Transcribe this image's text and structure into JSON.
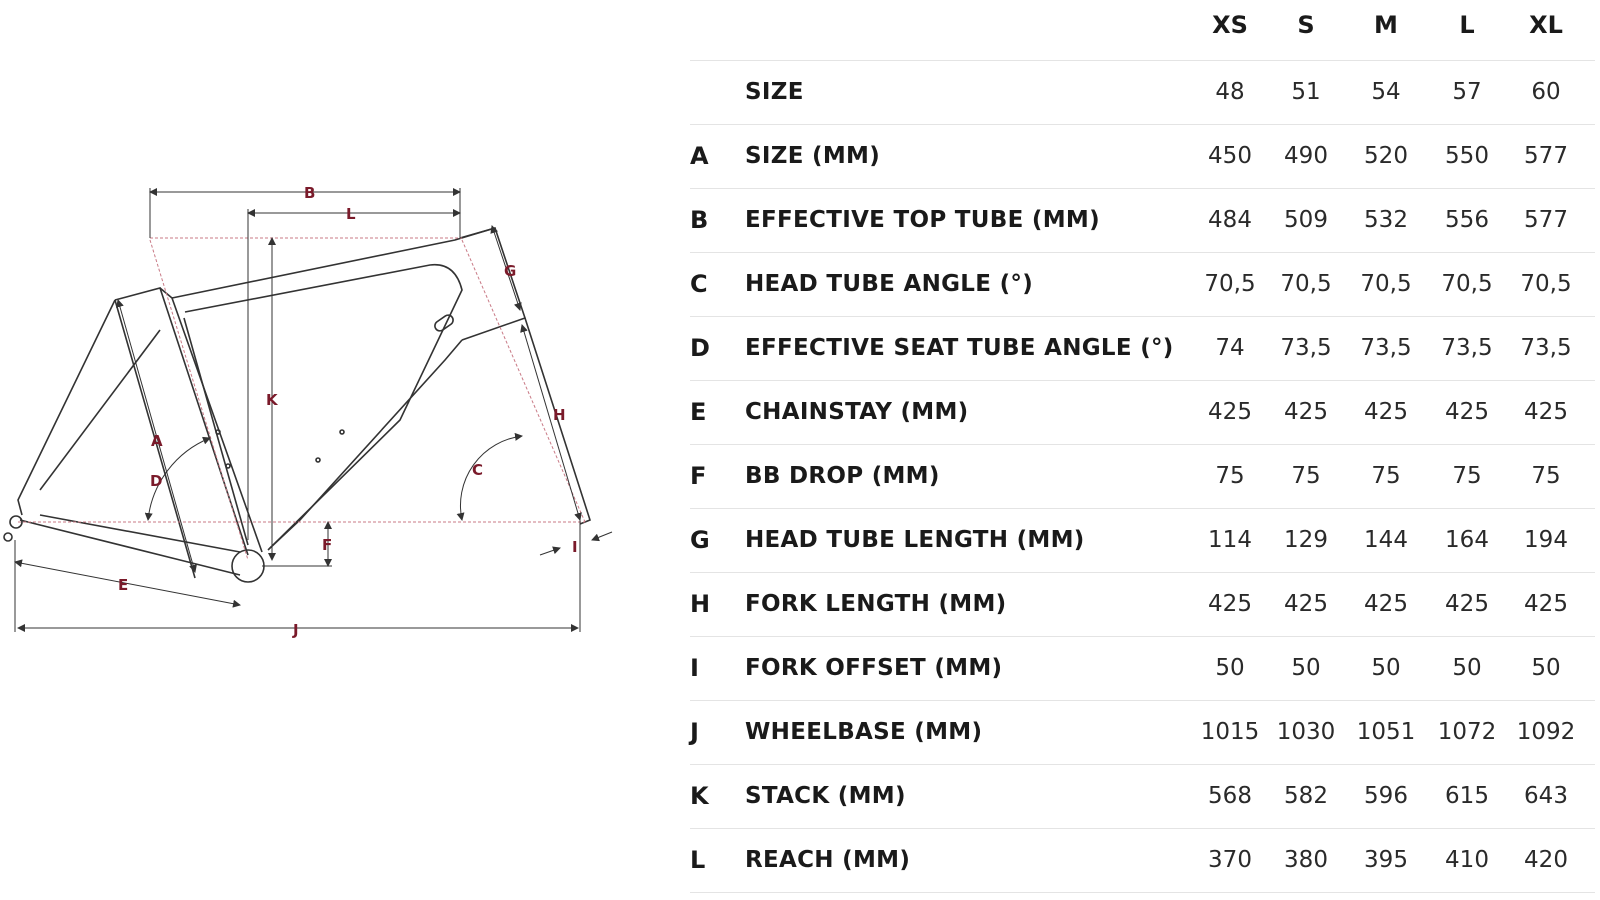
{
  "diagram": {
    "labels": {
      "A": "A",
      "B": "B",
      "C": "C",
      "D": "D",
      "E": "E",
      "F": "F",
      "G": "G",
      "H": "H",
      "I": "I",
      "J": "J",
      "K": "K",
      "L": "L"
    },
    "colors": {
      "frame": "#333333",
      "dimension": "#7a1a2a",
      "guide": "#c97a86"
    }
  },
  "table": {
    "sizes": [
      "XS",
      "S",
      "M",
      "L",
      "XL"
    ],
    "rows": [
      {
        "letter": "",
        "label": "SIZE",
        "values": [
          "48",
          "51",
          "54",
          "57",
          "60"
        ]
      },
      {
        "letter": "A",
        "label": "SIZE (MM)",
        "values": [
          "450",
          "490",
          "520",
          "550",
          "577"
        ]
      },
      {
        "letter": "B",
        "label": "EFFECTIVE TOP TUBE (MM)",
        "values": [
          "484",
          "509",
          "532",
          "556",
          "577"
        ]
      },
      {
        "letter": "C",
        "label": "HEAD TUBE ANGLE (°)",
        "values": [
          "70,5",
          "70,5",
          "70,5",
          "70,5",
          "70,5"
        ]
      },
      {
        "letter": "D",
        "label": "EFFECTIVE SEAT TUBE ANGLE (°)",
        "values": [
          "74",
          "73,5",
          "73,5",
          "73,5",
          "73,5"
        ]
      },
      {
        "letter": "E",
        "label": "CHAINSTAY (MM)",
        "values": [
          "425",
          "425",
          "425",
          "425",
          "425"
        ]
      },
      {
        "letter": "F",
        "label": "BB DROP (MM)",
        "values": [
          "75",
          "75",
          "75",
          "75",
          "75"
        ]
      },
      {
        "letter": "G",
        "label": "HEAD TUBE LENGTH (MM)",
        "values": [
          "114",
          "129",
          "144",
          "164",
          "194"
        ]
      },
      {
        "letter": "H",
        "label": "FORK LENGTH (MM)",
        "values": [
          "425",
          "425",
          "425",
          "425",
          "425"
        ]
      },
      {
        "letter": "I",
        "label": "FORK OFFSET (MM)",
        "values": [
          "50",
          "50",
          "50",
          "50",
          "50"
        ]
      },
      {
        "letter": "J",
        "label": "WHEELBASE (MM)",
        "values": [
          "1015",
          "1030",
          "1051",
          "1072",
          "1092"
        ]
      },
      {
        "letter": "K",
        "label": "STACK (MM)",
        "values": [
          "568",
          "582",
          "596",
          "615",
          "643"
        ]
      },
      {
        "letter": "L",
        "label": "REACH (MM)",
        "values": [
          "370",
          "380",
          "395",
          "410",
          "420"
        ]
      }
    ]
  }
}
